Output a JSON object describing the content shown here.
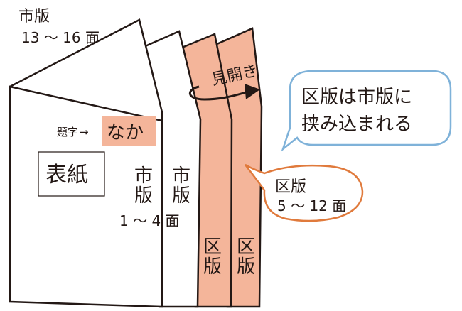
{
  "top_label": {
    "line1": "市版",
    "line2": "13 ～ 16 面"
  },
  "spread_label": "見開き",
  "daiji_label": "題字",
  "arrow_glyph": "→",
  "title_box_text": "なか",
  "cover_text": "表紙",
  "city_page_a": {
    "char1": "市",
    "char2": "版"
  },
  "city_page_b": {
    "char1": "市",
    "char2": "版"
  },
  "city_pages_range": "1 ～ 4 面",
  "district_page_a": {
    "char1": "区",
    "char2": "版"
  },
  "district_page_b": {
    "char1": "区",
    "char2": "版"
  },
  "bubble_insert": {
    "line1": "区版は市版に",
    "line2": "挟み込まれる"
  },
  "bubble_district": {
    "line1": "区版",
    "line2": "5 ～ 12 面"
  },
  "colors": {
    "district_fill": "#f4b59a",
    "title_box_fill": "#f4b59a",
    "stroke": "#231815",
    "bubble_insert_stroke": "#7fb2d9",
    "bubble_district_stroke": "#e07a3c"
  }
}
